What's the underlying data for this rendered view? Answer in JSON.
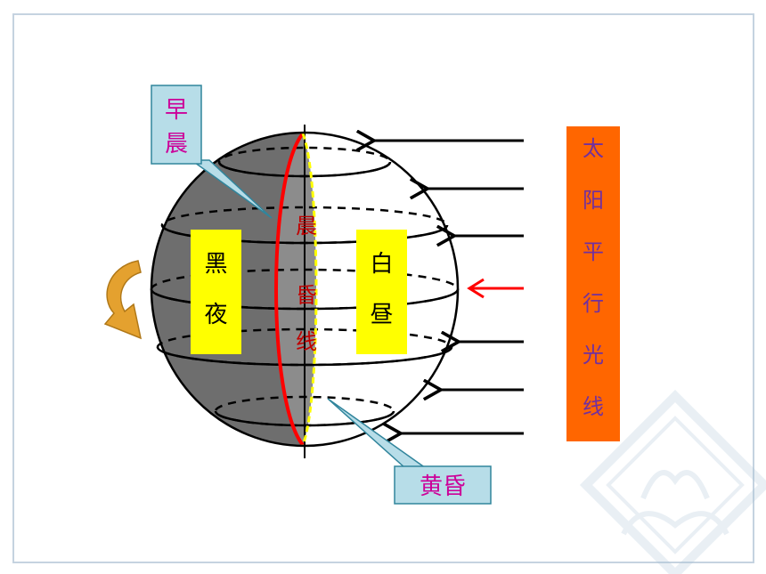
{
  "labels": {
    "dawn": [
      "早",
      "晨"
    ],
    "dusk": "黄昏",
    "night": [
      "黑",
      "夜"
    ],
    "day": [
      "白",
      "昼"
    ],
    "terminator": [
      "晨",
      "昏",
      "线"
    ],
    "sunlight": [
      "太",
      "阳",
      "平",
      "行",
      "光",
      "线"
    ]
  },
  "colors": {
    "night_side": "#6e6e6e",
    "terminator_band": "#8c8c8c",
    "dawn_line": "#ff0000",
    "dusk_line": "#ffff00",
    "label_box": "#ffff00",
    "callout_box": "#b7dde8",
    "callout_text": "#cc0099",
    "terminator_text": "#c00000",
    "sun_box": "#ff6600",
    "sun_text": "#7030a0",
    "rotation_arrow": "#e4a12f"
  },
  "icons": {
    "rotation": "curved-rotation-arrow-icon",
    "rays": "sunray-arrow-icon",
    "watermark": "hands-leaf-watermark-icon"
  }
}
